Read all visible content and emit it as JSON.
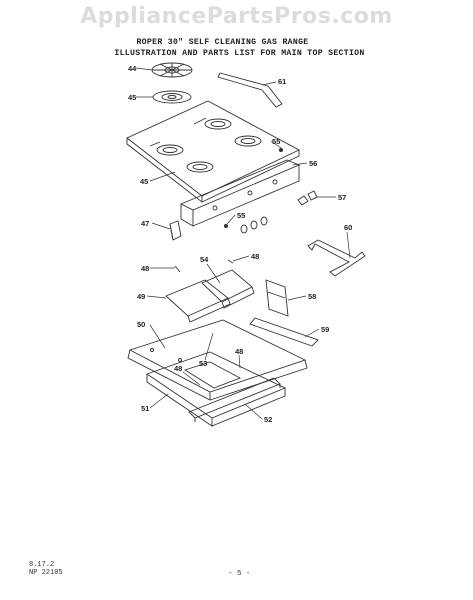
{
  "watermark": "AppliancePartsPros.com",
  "header": {
    "line1": "ROPER 30\" SELF CLEANING GAS RANGE",
    "line2": "ILLUSTRATION AND PARTS LIST FOR MAIN TOP SECTION"
  },
  "callouts": {
    "c44": "44",
    "c45a": "45",
    "c61": "61",
    "c55a": "55",
    "c56": "56",
    "c45b": "45",
    "c57": "57",
    "c55b": "55",
    "c47": "47",
    "c60": "60",
    "c48a": "48",
    "c54": "54",
    "c48b": "48",
    "c49": "49",
    "c58": "58",
    "c50": "50",
    "c59": "59",
    "c53": "53",
    "c48c": "48",
    "c48d": "48",
    "c51": "51",
    "c52": "52"
  },
  "footer": {
    "code1": "8.17.2",
    "code2": "NP 22105",
    "page": "- 5 -"
  }
}
